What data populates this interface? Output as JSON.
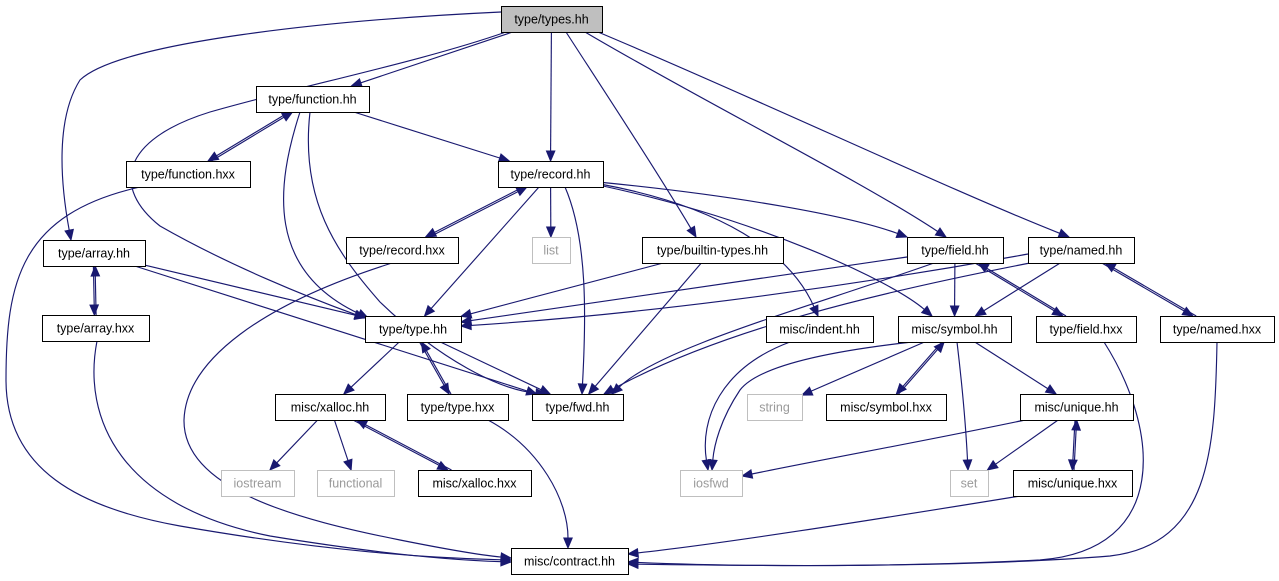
{
  "diagram": {
    "colors": {
      "edge": "#191970",
      "node_border": "#000000",
      "external_border": "#bfbfbf",
      "external_text": "#9a9a9a",
      "root_fill": "#bfbfbf",
      "node_fill": "#ffffff"
    },
    "nodes": [
      {
        "id": "types_hh",
        "label": "type/types.hh",
        "kind": "root"
      },
      {
        "id": "function_hh",
        "label": "type/function.hh",
        "kind": "file"
      },
      {
        "id": "function_hxx",
        "label": "type/function.hxx",
        "kind": "file"
      },
      {
        "id": "record_hh",
        "label": "type/record.hh",
        "kind": "file"
      },
      {
        "id": "array_hh",
        "label": "type/array.hh",
        "kind": "file"
      },
      {
        "id": "record_hxx",
        "label": "type/record.hxx",
        "kind": "file"
      },
      {
        "id": "list",
        "label": "list",
        "kind": "external"
      },
      {
        "id": "builtin_hh",
        "label": "type/builtin-types.hh",
        "kind": "file"
      },
      {
        "id": "field_hh",
        "label": "type/field.hh",
        "kind": "file"
      },
      {
        "id": "named_hh",
        "label": "type/named.hh",
        "kind": "file"
      },
      {
        "id": "array_hxx",
        "label": "type/array.hxx",
        "kind": "file"
      },
      {
        "id": "type_hh",
        "label": "type/type.hh",
        "kind": "file"
      },
      {
        "id": "indent_hh",
        "label": "misc/indent.hh",
        "kind": "file"
      },
      {
        "id": "symbol_hh",
        "label": "misc/symbol.hh",
        "kind": "file"
      },
      {
        "id": "field_hxx",
        "label": "type/field.hxx",
        "kind": "file"
      },
      {
        "id": "named_hxx",
        "label": "type/named.hxx",
        "kind": "file"
      },
      {
        "id": "xalloc_hh",
        "label": "misc/xalloc.hh",
        "kind": "file"
      },
      {
        "id": "type_hxx",
        "label": "type/type.hxx",
        "kind": "file"
      },
      {
        "id": "fwd_hh",
        "label": "type/fwd.hh",
        "kind": "file"
      },
      {
        "id": "string",
        "label": "string",
        "kind": "external"
      },
      {
        "id": "symbol_hxx",
        "label": "misc/symbol.hxx",
        "kind": "file"
      },
      {
        "id": "unique_hh",
        "label": "misc/unique.hh",
        "kind": "file"
      },
      {
        "id": "iostream",
        "label": "iostream",
        "kind": "external"
      },
      {
        "id": "functional",
        "label": "functional",
        "kind": "external"
      },
      {
        "id": "xalloc_hxx",
        "label": "misc/xalloc.hxx",
        "kind": "file"
      },
      {
        "id": "iosfwd",
        "label": "iosfwd",
        "kind": "external"
      },
      {
        "id": "set",
        "label": "set",
        "kind": "external"
      },
      {
        "id": "unique_hxx",
        "label": "misc/unique.hxx",
        "kind": "file"
      },
      {
        "id": "contract_hh",
        "label": "misc/contract.hh",
        "kind": "file"
      }
    ],
    "edges": [
      {
        "from": "types_hh",
        "to": "function_hh"
      },
      {
        "from": "types_hh",
        "to": "record_hh"
      },
      {
        "from": "types_hh",
        "to": "array_hh"
      },
      {
        "from": "types_hh",
        "to": "type_hh"
      },
      {
        "from": "types_hh",
        "to": "builtin_hh"
      },
      {
        "from": "types_hh",
        "to": "field_hh"
      },
      {
        "from": "types_hh",
        "to": "named_hh"
      },
      {
        "from": "function_hh",
        "to": "function_hxx"
      },
      {
        "from": "function_hxx",
        "to": "function_hh"
      },
      {
        "from": "function_hh",
        "to": "record_hh"
      },
      {
        "from": "function_hh",
        "to": "type_hh"
      },
      {
        "from": "function_hh",
        "to": "fwd_hh"
      },
      {
        "from": "function_hxx",
        "to": "contract_hh"
      },
      {
        "from": "record_hh",
        "to": "record_hxx"
      },
      {
        "from": "record_hxx",
        "to": "record_hh"
      },
      {
        "from": "record_hh",
        "to": "list"
      },
      {
        "from": "record_hh",
        "to": "type_hh"
      },
      {
        "from": "record_hh",
        "to": "fwd_hh"
      },
      {
        "from": "record_hh",
        "to": "field_hh"
      },
      {
        "from": "record_hh",
        "to": "indent_hh"
      },
      {
        "from": "record_hh",
        "to": "symbol_hh"
      },
      {
        "from": "record_hxx",
        "to": "contract_hh"
      },
      {
        "from": "array_hh",
        "to": "array_hxx"
      },
      {
        "from": "array_hxx",
        "to": "array_hh"
      },
      {
        "from": "array_hh",
        "to": "type_hh"
      },
      {
        "from": "array_hh",
        "to": "fwd_hh"
      },
      {
        "from": "array_hxx",
        "to": "contract_hh"
      },
      {
        "from": "builtin_hh",
        "to": "type_hh"
      },
      {
        "from": "builtin_hh",
        "to": "fwd_hh"
      },
      {
        "from": "field_hh",
        "to": "type_hh"
      },
      {
        "from": "field_hh",
        "to": "fwd_hh"
      },
      {
        "from": "field_hh",
        "to": "symbol_hh"
      },
      {
        "from": "field_hh",
        "to": "field_hxx"
      },
      {
        "from": "field_hxx",
        "to": "field_hh"
      },
      {
        "from": "field_hxx",
        "to": "contract_hh"
      },
      {
        "from": "named_hh",
        "to": "type_hh"
      },
      {
        "from": "named_hh",
        "to": "fwd_hh"
      },
      {
        "from": "named_hh",
        "to": "symbol_hh"
      },
      {
        "from": "named_hh",
        "to": "named_hxx"
      },
      {
        "from": "named_hxx",
        "to": "named_hh"
      },
      {
        "from": "named_hxx",
        "to": "contract_hh"
      },
      {
        "from": "type_hh",
        "to": "xalloc_hh"
      },
      {
        "from": "type_hh",
        "to": "type_hxx"
      },
      {
        "from": "type_hxx",
        "to": "type_hh"
      },
      {
        "from": "type_hh",
        "to": "fwd_hh"
      },
      {
        "from": "type_hxx",
        "to": "contract_hh"
      },
      {
        "from": "indent_hh",
        "to": "iosfwd"
      },
      {
        "from": "symbol_hh",
        "to": "string"
      },
      {
        "from": "symbol_hh",
        "to": "symbol_hxx"
      },
      {
        "from": "symbol_hxx",
        "to": "symbol_hh"
      },
      {
        "from": "symbol_hh",
        "to": "unique_hh"
      },
      {
        "from": "symbol_hh",
        "to": "iosfwd"
      },
      {
        "from": "symbol_hh",
        "to": "set"
      },
      {
        "from": "xalloc_hh",
        "to": "iostream"
      },
      {
        "from": "xalloc_hh",
        "to": "functional"
      },
      {
        "from": "xalloc_hh",
        "to": "xalloc_hxx"
      },
      {
        "from": "xalloc_hxx",
        "to": "xalloc_hh"
      },
      {
        "from": "unique_hh",
        "to": "iosfwd"
      },
      {
        "from": "unique_hh",
        "to": "set"
      },
      {
        "from": "unique_hh",
        "to": "unique_hxx"
      },
      {
        "from": "unique_hxx",
        "to": "unique_hh"
      },
      {
        "from": "unique_hxx",
        "to": "contract_hh"
      }
    ]
  }
}
